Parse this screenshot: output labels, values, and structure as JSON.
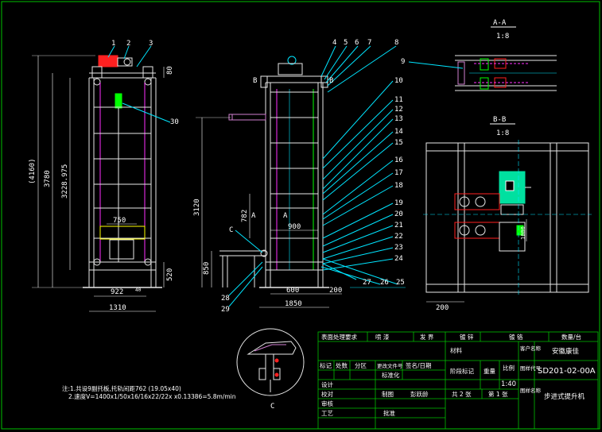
{
  "colors": {
    "background": "#000000",
    "frame": "#ffffff",
    "leader": "#00e5ff",
    "border_green": "#00c000",
    "steel_white": "#e8e8e8",
    "chain_magenta": "#ff30ff",
    "belt_green": "#00ff00",
    "motor_red": "#ff2020",
    "motor_teal": "#00e0a0",
    "bracket_magenta": "#d080d0",
    "label_yellow": "#ffff00"
  },
  "views": {
    "front": {
      "dims": {
        "overall_height": "(4160)",
        "height_3780": "3780",
        "height_3228": "3228.975",
        "top_80": "80",
        "bottom_520": "520",
        "inner_750": "750",
        "base_922": "922",
        "base_40": "40",
        "width_1310": "1310"
      },
      "callouts": [
        "1",
        "2",
        "3",
        "30"
      ]
    },
    "side": {
      "dims": {
        "height_3120": "3120",
        "height_782": "782",
        "height_850": "850",
        "inner_900": "900",
        "base_600": "600",
        "base_200": "200",
        "width_1850": "1850"
      },
      "section_marks": {
        "b": "B",
        "a": "A",
        "c": "C"
      },
      "callouts_top": [
        "4",
        "5",
        "6",
        "7",
        "8"
      ],
      "callouts_right": [
        "10",
        "11",
        "12",
        "13",
        "14",
        "15",
        "16",
        "17",
        "18",
        "19",
        "20",
        "21",
        "22",
        "23",
        "24"
      ],
      "callouts_bottom": [
        "27",
        "26",
        "25"
      ],
      "callouts_left": [
        "28",
        "29"
      ]
    },
    "section_aa": {
      "title": "A-A",
      "scale": "1:8",
      "callout": "9"
    },
    "section_bb": {
      "title": "B-B",
      "scale": "1:8",
      "dim_200": "200",
      "dim_side": "1000"
    },
    "detail_c": {
      "label": "C"
    }
  },
  "notes": {
    "line1": "注:1.共设9副托板,托轨间距762 (19.05x40)",
    "line2": "2.速度V=1400x1/50x16/16x22/22x x0.13386=5.8m/min"
  },
  "title_block": {
    "h_mark": "标记",
    "h_count": "处数",
    "h_zone": "分区",
    "h_docno": "更改文件号",
    "h_sign_date": "签名/日期",
    "h_stage_mark": "阶段标记",
    "h_weight": "重量",
    "h_scale": "比例",
    "h_design": "设计",
    "h_standard": "标准化",
    "h_check": "校对",
    "h_draft": "制图",
    "h_review": "审核",
    "h_process": "工艺",
    "h_approve": "批准",
    "drafter": "彭跃龄",
    "scale": "1:40",
    "sheets_total": "共 2 张",
    "sheet_no": "第 1 张",
    "h_material": "材料",
    "h_customer": "客户名称",
    "customer": "安徽康佳",
    "h_drawing_no": "图样代号",
    "drawing_no": "SD201-02-00A",
    "h_drawing_name": "图样名称",
    "drawing_name": "步进式提升机",
    "top_surface": "表面处理要求",
    "top_spray": "喷  漆",
    "top_issue": "发  界",
    "top_coat": "镀  锌",
    "top_plate": "镀  铬",
    "top_qty": "数量/台"
  }
}
